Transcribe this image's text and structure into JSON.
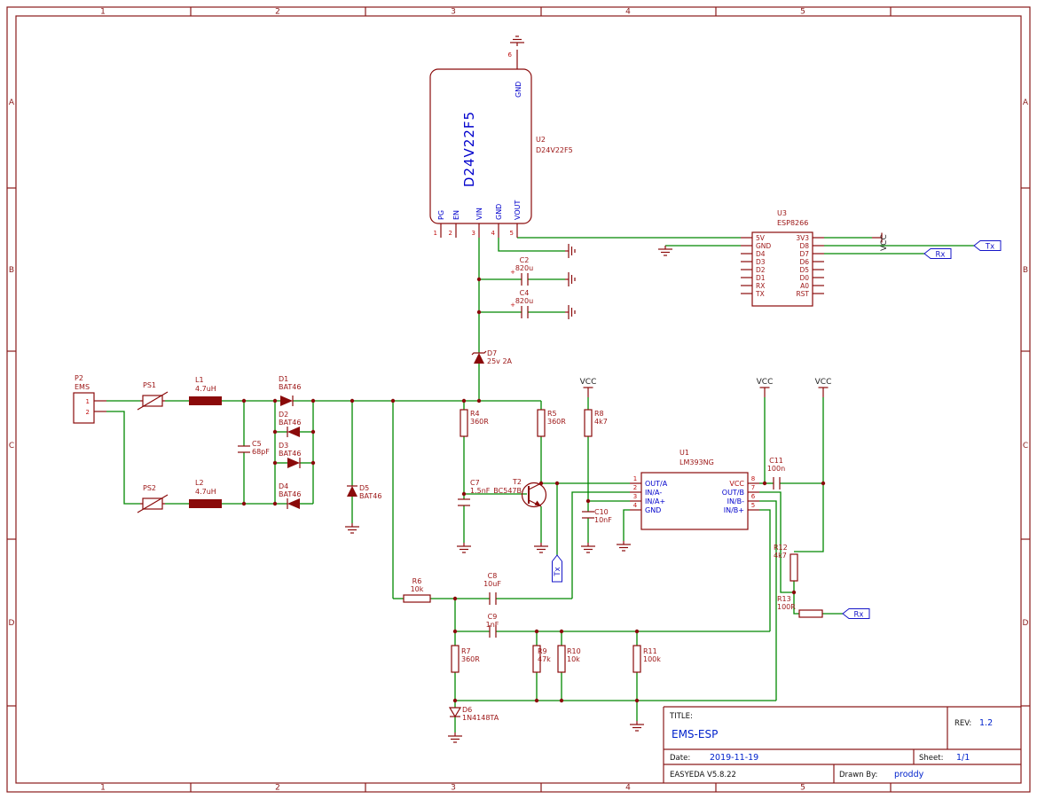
{
  "sheet": {
    "frame_cols": [
      "1",
      "2",
      "3",
      "4",
      "5"
    ],
    "frame_rows": [
      "A",
      "B",
      "C",
      "D"
    ]
  },
  "title_block": {
    "title_label": "TITLE:",
    "title": "EMS-ESP",
    "rev_label": "REV:",
    "rev": "1.2",
    "date_label": "Date:",
    "date": "2019-11-19",
    "sheet_label": "Sheet:",
    "sheet_num": "1/1",
    "tool_version": "EASYEDA V5.8.22",
    "drawn_by_label": "Drawn By:",
    "drawn_by": "proddy"
  },
  "power": {
    "vcc": "VCC"
  },
  "flags": {
    "tx": "Tx",
    "rx": "Rx"
  },
  "components": {
    "U2": {
      "ref": "U2",
      "value": "D24V22F5",
      "body_label": "D24V22F5",
      "pins_bottom": [
        "PG",
        "EN",
        "VIN",
        "GND",
        "VOUT"
      ],
      "nums_bottom": [
        "1",
        "2",
        "3",
        "4",
        "5"
      ],
      "pin_top": "GND",
      "num_top": "6"
    },
    "U3": {
      "ref": "U3",
      "value": "ESP8266",
      "pins_left": [
        "5V",
        "GND",
        "D4",
        "D3",
        "D2",
        "D1",
        "RX",
        "TX"
      ],
      "pins_right": [
        "3V3",
        "D8",
        "D7",
        "D6",
        "D5",
        "D0",
        "A0",
        "RST"
      ]
    },
    "U1": {
      "ref": "U1",
      "value": "LM393NG",
      "pins_left": [
        "OUT/A",
        "IN/A-",
        "IN/A+",
        "GND"
      ],
      "nums_left": [
        "1",
        "2",
        "3",
        "4"
      ],
      "pins_right": [
        "VCC",
        "OUT/B",
        "IN/B-",
        "IN/B+"
      ],
      "nums_right": [
        "8",
        "7",
        "6",
        "5"
      ]
    },
    "P2": {
      "ref": "P2",
      "value": "EMS",
      "pin1": "1",
      "pin2": "2"
    },
    "PS1": {
      "ref": "PS1"
    },
    "PS2": {
      "ref": "PS2"
    },
    "L1": {
      "ref": "L1",
      "value": "4.7uH"
    },
    "L2": {
      "ref": "L2",
      "value": "4.7uH"
    },
    "D1": {
      "ref": "D1",
      "value": "BAT46"
    },
    "D2": {
      "ref": "D2",
      "value": "BAT46"
    },
    "D3": {
      "ref": "D3",
      "value": "BAT46"
    },
    "D4": {
      "ref": "D4",
      "value": "BAT46"
    },
    "D5": {
      "ref": "D5",
      "value": "BAT46"
    },
    "D6": {
      "ref": "D6",
      "value": "1N4148TA"
    },
    "D7": {
      "ref": "D7",
      "value": "25v 2A"
    },
    "C2": {
      "ref": "C2",
      "value": "820u",
      "plus": "+"
    },
    "C4": {
      "ref": "C4",
      "value": "820u",
      "plus": "+"
    },
    "C5": {
      "ref": "C5",
      "value": "68pF"
    },
    "C7": {
      "ref": "C7",
      "value": "1.5nF"
    },
    "C8": {
      "ref": "C8",
      "value": "10uF"
    },
    "C9": {
      "ref": "C9",
      "value": "1nF"
    },
    "C10": {
      "ref": "C10",
      "value": "10nF"
    },
    "C11": {
      "ref": "C11",
      "value": "100n"
    },
    "R4": {
      "ref": "R4",
      "value": "360R"
    },
    "R5": {
      "ref": "R5",
      "value": "360R"
    },
    "R6": {
      "ref": "R6",
      "value": "10k"
    },
    "R7": {
      "ref": "R7",
      "value": "360R"
    },
    "R8": {
      "ref": "R8",
      "value": "4k7"
    },
    "R9": {
      "ref": "R9",
      "value": "47k"
    },
    "R10": {
      "ref": "R10",
      "value": "10k"
    },
    "R11": {
      "ref": "R11",
      "value": "100k"
    },
    "R12": {
      "ref": "R12",
      "value": "4k7"
    },
    "R13": {
      "ref": "R13",
      "value": "100R"
    },
    "T2": {
      "ref": "T2",
      "value": "BC547B"
    }
  },
  "colors": {
    "frame": "#8a1a1a",
    "symbol": "#8a0a0a",
    "wire": "#008800",
    "pin_name_blue": "#0000cc",
    "pin_name_red": "#9b1414",
    "pin_number": "#c01010",
    "net_flag": "#1515c8",
    "title_value": "#0022cc",
    "label": "#111111"
  }
}
